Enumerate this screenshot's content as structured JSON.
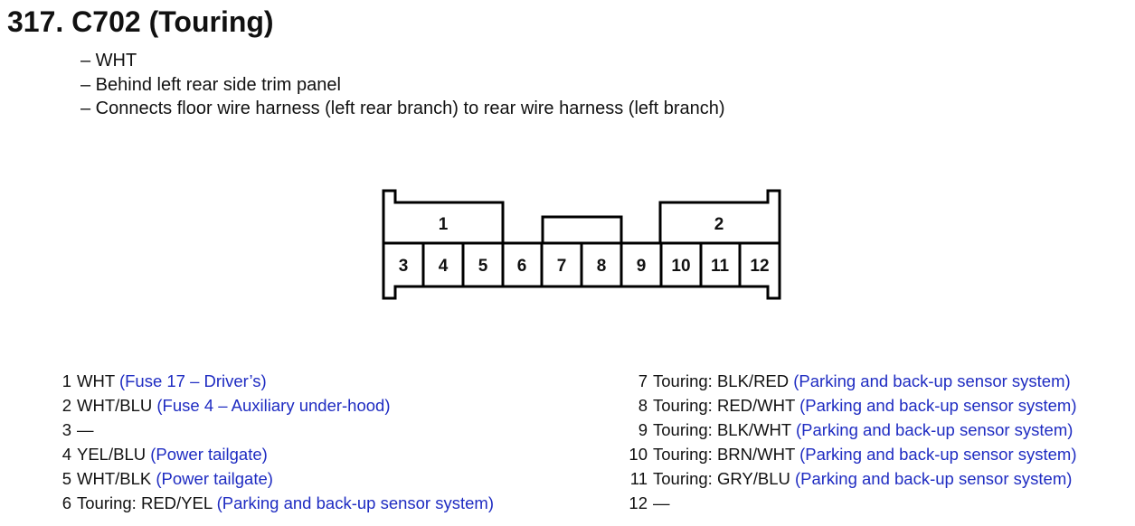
{
  "connector": {
    "title": "317. C702 (Touring)",
    "notes": [
      "– WHT",
      "– Behind left rear side trim panel",
      "– Connects floor wire harness (left rear branch) to rear wire harness (left branch)"
    ],
    "diagram": {
      "top_cells": [
        "1",
        "2"
      ],
      "bottom_cells": [
        "3",
        "4",
        "5",
        "6",
        "7",
        "8",
        "9",
        "10",
        "11",
        "12"
      ]
    },
    "colors": {
      "description": "#1f2cc2",
      "text": "#111111",
      "outline": "#000000"
    }
  },
  "pins_left": [
    {
      "num": "1",
      "wire": "WHT",
      "desc": "(Fuse 17 – Driver’s)"
    },
    {
      "num": "2",
      "wire": "WHT/BLU",
      "desc": "(Fuse 4 – Auxiliary under-hood)"
    },
    {
      "num": "3",
      "wire": "—",
      "desc": ""
    },
    {
      "num": "4",
      "wire": "YEL/BLU",
      "desc": "(Power tailgate)"
    },
    {
      "num": "5",
      "wire": "WHT/BLK",
      "desc": "(Power tailgate)"
    },
    {
      "num": "6",
      "wire": "Touring: RED/YEL",
      "desc": "(Parking and back-up sensor system)"
    }
  ],
  "pins_right": [
    {
      "num": "7",
      "wire": "Touring: BLK/RED",
      "desc": "(Parking and back-up sensor system)"
    },
    {
      "num": "8",
      "wire": "Touring: RED/WHT",
      "desc": "(Parking and back-up sensor system)"
    },
    {
      "num": "9",
      "wire": "Touring: BLK/WHT",
      "desc": "(Parking and back-up sensor system)"
    },
    {
      "num": "10",
      "wire": "Touring: BRN/WHT",
      "desc": "(Parking and back-up sensor system)"
    },
    {
      "num": "11",
      "wire": "Touring: GRY/BLU",
      "desc": "(Parking and back-up sensor system)"
    },
    {
      "num": "12",
      "wire": "—",
      "desc": ""
    }
  ]
}
